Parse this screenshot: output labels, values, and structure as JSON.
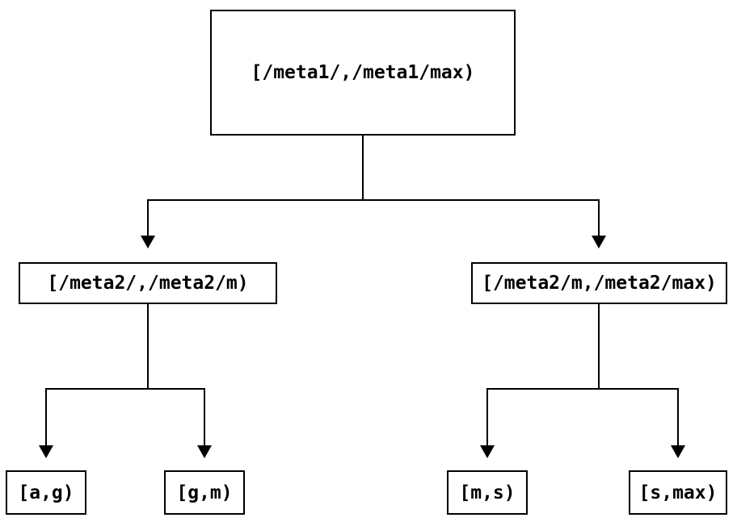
{
  "diagram": {
    "type": "tree",
    "description": "interval-partition tree",
    "nodes": {
      "root": {
        "label": "[/meta1/,/meta1/max)"
      },
      "meta2_low": {
        "label": "[/meta2/,/meta2/m)"
      },
      "meta2_high": {
        "label": "[/meta2/m,/meta2/max)"
      },
      "leaf_a_g": {
        "label": "[a,g)"
      },
      "leaf_g_m": {
        "label": "[g,m)"
      },
      "leaf_m_s": {
        "label": "[m,s)"
      },
      "leaf_s_max": {
        "label": "[s,max)"
      }
    },
    "edges": [
      {
        "from": "root",
        "to": "meta2_low"
      },
      {
        "from": "root",
        "to": "meta2_high"
      },
      {
        "from": "meta2_low",
        "to": "leaf_a_g"
      },
      {
        "from": "meta2_low",
        "to": "leaf_g_m"
      },
      {
        "from": "meta2_high",
        "to": "leaf_m_s"
      },
      {
        "from": "meta2_high",
        "to": "leaf_s_max"
      }
    ],
    "colors": {
      "background": "#ffffff",
      "line": "#000000",
      "node_border": "#000000",
      "text": "#000000"
    }
  }
}
